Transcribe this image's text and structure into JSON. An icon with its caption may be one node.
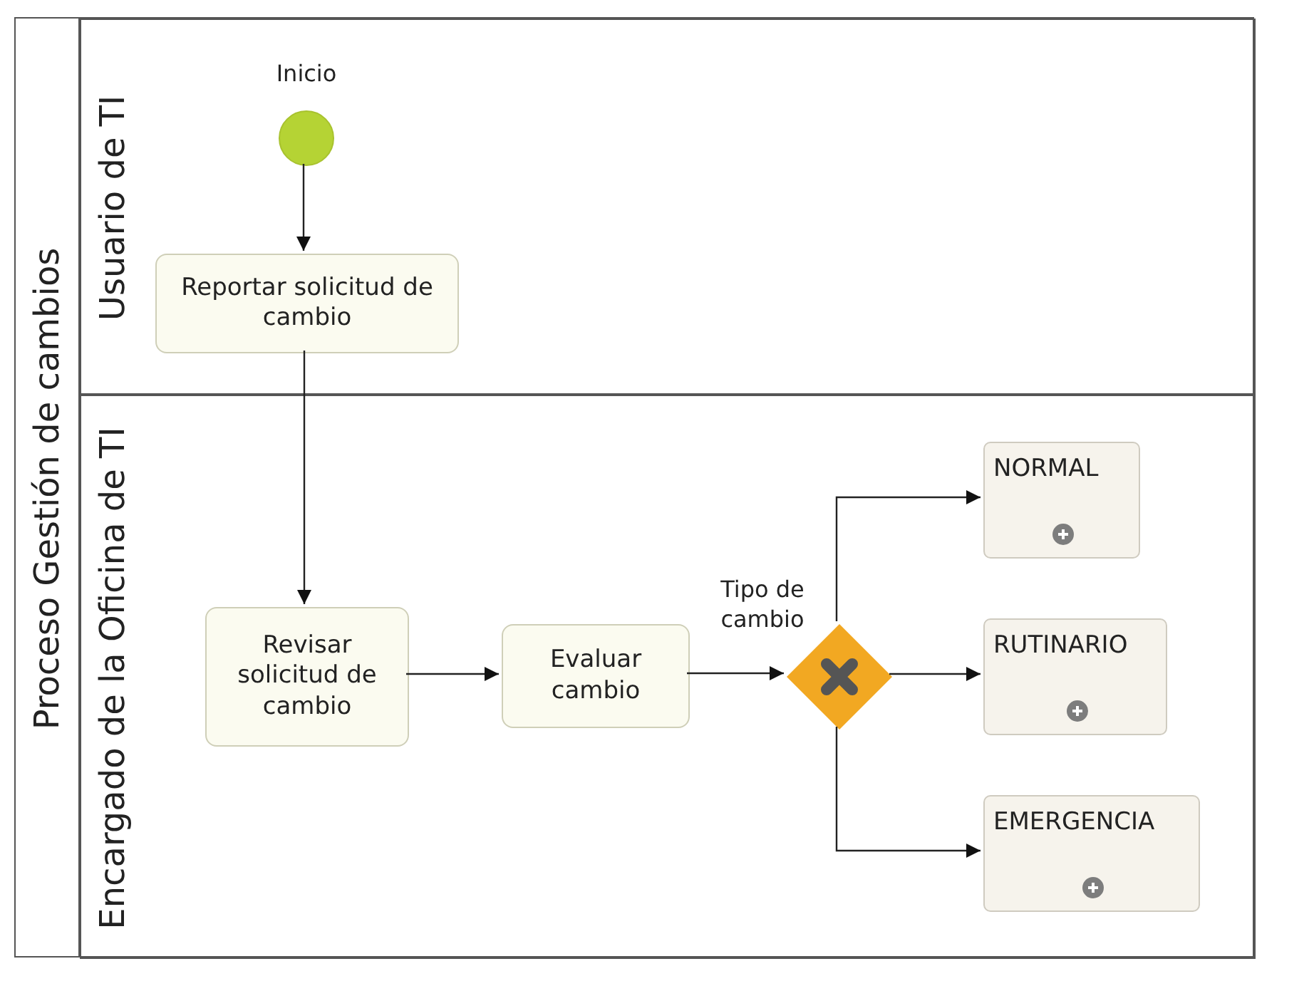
{
  "diagram": {
    "nodes": [
      {
        "text": [
          "Proceso Gestión de cambios"
        ]
      },
      {
        "text": [
          "Usuario de TI"
        ],
        "in": 0
      },
      {
        "text": [
          "Encargado de la Oficina de TI"
        ],
        "in": 0
      },
      {
        "text": [],
        "shape": "circle",
        "in": 1,
        "beside": [
          "Inicio"
        ]
      },
      {
        "text": [
          "Reportar solicitud de cambio"
        ],
        "in": 1
      },
      {
        "text": [
          "Revisar solicitud de cambio"
        ],
        "in": 2
      },
      {
        "text": [
          "Evaluar cambio"
        ],
        "in": 2
      },
      {
        "text": [],
        "shape": "diamond",
        "in": 2,
        "beside": [
          "Tipo de cambio"
        ]
      },
      {
        "text": [
          "NORMAL"
        ],
        "in": 2
      },
      {
        "text": [
          "RUTINARIO"
        ],
        "in": 2
      },
      {
        "text": [
          "EMERGENCIA"
        ],
        "in": 2
      }
    ],
    "edges": [
      {
        "from": 3,
        "to": 4,
        "arrow": "to"
      },
      {
        "from": 4,
        "to": 5,
        "arrow": "to"
      },
      {
        "from": 5,
        "to": 6,
        "arrow": "to"
      },
      {
        "from": 6,
        "to": 7,
        "arrow": "to"
      },
      {
        "from": 7,
        "to": 8,
        "arrow": "to"
      },
      {
        "from": 7,
        "to": 9,
        "arrow": "to"
      },
      {
        "from": 7,
        "to": 10,
        "arrow": "to"
      }
    ]
  }
}
